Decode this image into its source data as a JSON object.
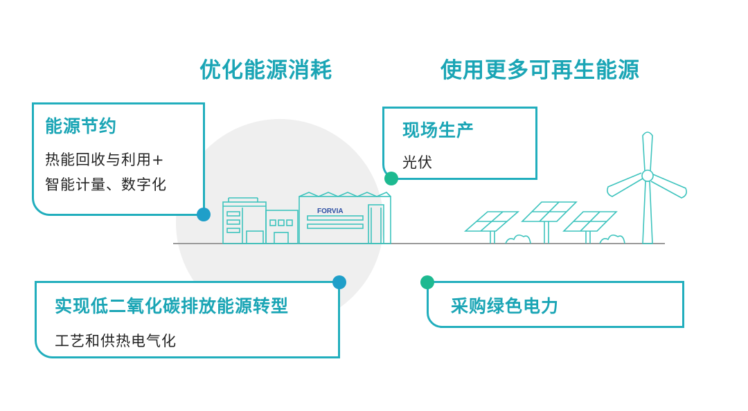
{
  "headings": {
    "optimize": "优化能源消耗",
    "renewable": "使用更多可再生能源"
  },
  "cards": {
    "energy_saving": {
      "title": "能源节约",
      "lines": [
        "热能回收与利用+",
        "智能计量、数字化"
      ]
    },
    "onsite": {
      "title": "现场生产",
      "lines": [
        "光伏"
      ]
    },
    "low_carbon": {
      "title": "实现低二氧化碳排放能源转型",
      "lines": [
        "工艺和供热电气化"
      ]
    },
    "green_power": {
      "title": "采购绿色电力"
    }
  },
  "factory_sign": "FORVIA",
  "colors": {
    "teal": "#1aa5b5",
    "line": "#21aebd",
    "dot_blue": "#1f9fc9",
    "dot_green": "#1db990",
    "circle": "#efefef"
  }
}
